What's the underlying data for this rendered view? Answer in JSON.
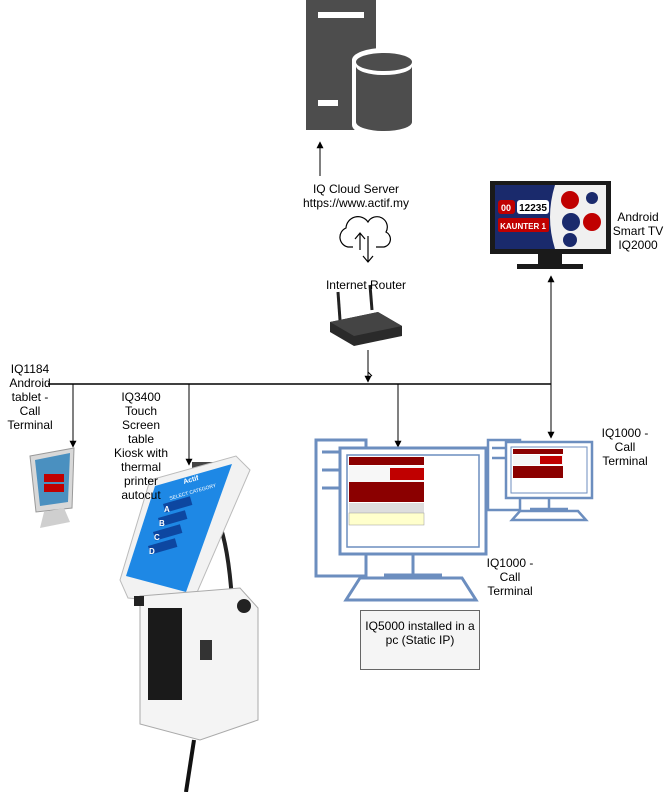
{
  "labels": {
    "cloud_server": "IQ Cloud Server\nhttps://www.actif.my",
    "router": "Internet Router",
    "smart_tv": "Android\nSmart TV\nIQ2000",
    "tablet": "IQ1184\nAndroid\ntablet -\nCall\nTerminal",
    "kiosk": "IQ3400\nTouch\nScreen\ntable\nKiosk with\nthermal\nprinter\nautocut",
    "pc_terminal": "IQ1000 -\nCall\nTerminal",
    "small_terminal": "IQ1000 -\nCall\nTerminal",
    "iq5000_box": "IQ5000 installed in a\npc (Static IP)"
  },
  "tv_screen": {
    "ticket_prefix": "00",
    "ticket_number": "12235",
    "counter": "KAUNTER 1"
  },
  "kiosk_screen": {
    "brand": "Actif",
    "title": "SELECT CATEGORY",
    "options": [
      "A",
      "B",
      "C",
      "D"
    ]
  },
  "colors": {
    "line": "#000000",
    "server": "#4d4d4d",
    "monitor": "#6c8ebf",
    "tv_red": "#c00000",
    "tv_blue": "#1a2a6c",
    "kiosk_blue": "#1e88e5",
    "box_bg": "#f5f5f5"
  }
}
